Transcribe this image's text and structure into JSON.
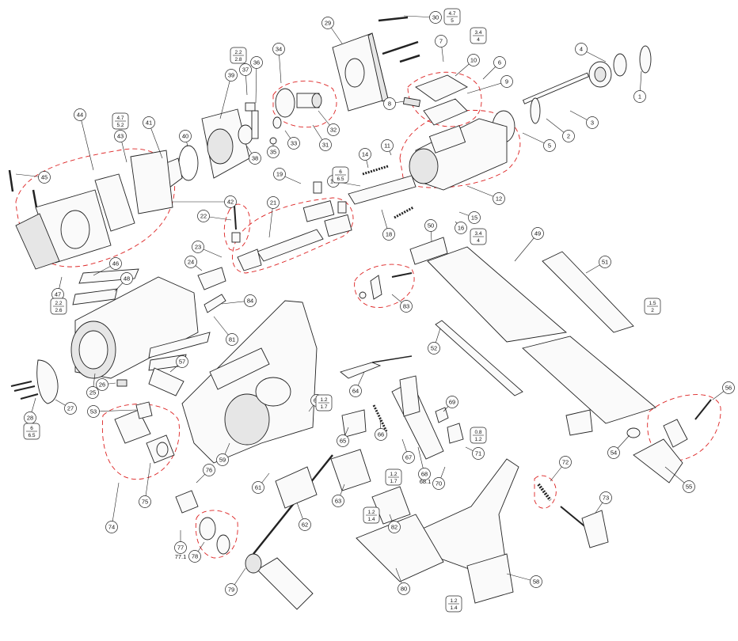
{
  "callouts": [
    "1",
    "2",
    "3",
    "4",
    "5",
    "6",
    "7",
    "8",
    "9",
    "10",
    "11",
    "12",
    "14",
    "15",
    "16",
    "17",
    "18",
    "19",
    "21",
    "22",
    "23",
    "24",
    "25",
    "26",
    "27",
    "28",
    "29",
    "30",
    "31",
    "32",
    "33",
    "34",
    "35",
    "36",
    "37",
    "38",
    "39",
    "40",
    "41",
    "42",
    "43",
    "44",
    "45",
    "46",
    "47",
    "48",
    "49",
    "50",
    "51",
    "52",
    "53",
    "54",
    "55",
    "56",
    "57",
    "58",
    "59",
    "60",
    "61",
    "62",
    "63",
    "64",
    "65",
    "66",
    "67",
    "68",
    "69",
    "70",
    "71",
    "72",
    "73",
    "74",
    "75",
    "76",
    "77",
    "78",
    "79",
    "80",
    "81",
    "82",
    "83",
    "84"
  ],
  "variants": [
    "68.1",
    "77.1"
  ],
  "torque": [
    {
      "id": "t30",
      "top": "4.7",
      "bottom": "5"
    },
    {
      "id": "t7",
      "top": "3.4",
      "bottom": "4"
    },
    {
      "id": "t37",
      "top": "2.2",
      "bottom": "2.8"
    },
    {
      "id": "t43",
      "top": "4.7",
      "bottom": "5.2"
    },
    {
      "id": "t17",
      "top": "6",
      "bottom": "6.5"
    },
    {
      "id": "t16",
      "top": "3.4",
      "bottom": "4"
    },
    {
      "id": "t47",
      "top": "2.2",
      "bottom": "2.6"
    },
    {
      "id": "t71a",
      "top": "1.5",
      "bottom": "2"
    },
    {
      "id": "t28",
      "top": "6",
      "bottom": "6.5"
    },
    {
      "id": "t60a",
      "top": "1.2",
      "bottom": "1.7"
    },
    {
      "id": "t71b",
      "top": "0.8",
      "bottom": "1.2"
    },
    {
      "id": "t60b",
      "top": "1.2",
      "bottom": "1.7"
    },
    {
      "id": "t71c",
      "top": "1.2",
      "bottom": "1.4"
    },
    {
      "id": "t71d",
      "top": "1.2",
      "bottom": "1.4"
    }
  ]
}
